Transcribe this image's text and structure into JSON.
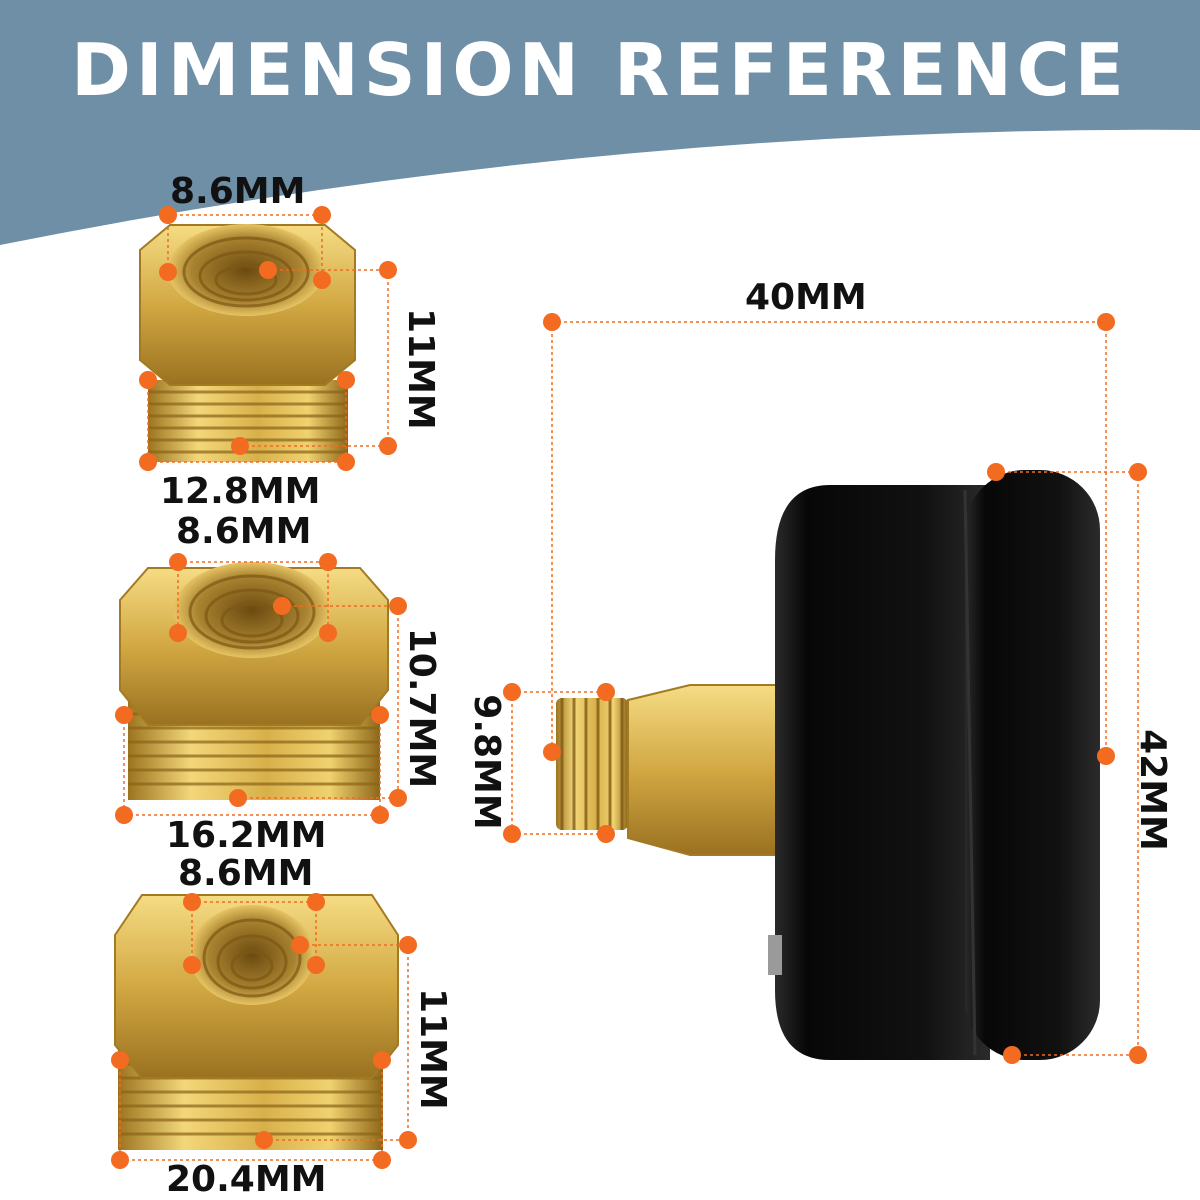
{
  "banner": {
    "title": "DIMENSION REFERENCE",
    "bg_color": "#6f8fa7",
    "text_color": "#ffffff"
  },
  "colors": {
    "marker": "#f26b21",
    "brass": "#d9b24a",
    "brass_dark": "#a8802a",
    "gauge_black": "#0d0d0d"
  },
  "fittings": [
    {
      "inner": "8.6MM",
      "height": "11MM",
      "outer": "12.8MM"
    },
    {
      "inner": "8.6MM",
      "height": "10.7MM",
      "outer": "16.2MM"
    },
    {
      "inner": "8.6MM",
      "height": "11MM",
      "outer": "20.4MM"
    }
  ],
  "gauge": {
    "length": "40MM",
    "diameter": "42MM",
    "thread": "9.8MM"
  }
}
